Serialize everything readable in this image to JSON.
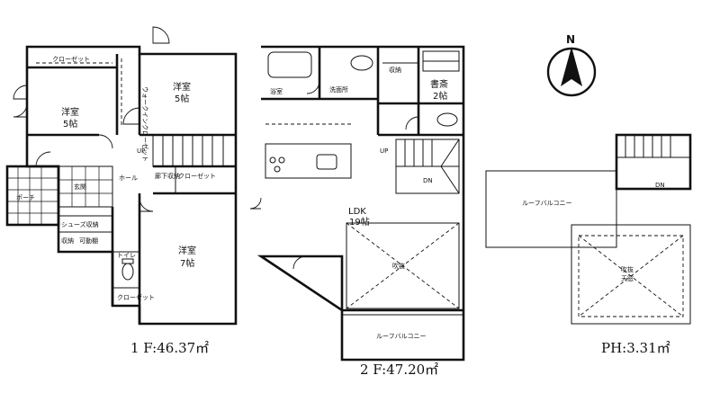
{
  "floor1": {
    "closet_top": "クローゼット",
    "walkin_closet": "ウォークインクローゼット",
    "room_nw_name": "洋室",
    "room_nw_size": "5帖",
    "room_ne_name": "洋室",
    "room_ne_size": "5帖",
    "hall": "ホール",
    "up": "UP",
    "hall_storage": "廊下収納",
    "closet_mid": "クローゼット",
    "entrance": "玄関",
    "porch": "ポーチ",
    "shoe_storage": "シューズ収納",
    "storage": "収納",
    "storage_b": "可動棚",
    "toilet": "トイレ",
    "closet_bottom": "クローゼット",
    "room_s_name": "洋室",
    "room_s_size": "7帖",
    "area": "1 F:46.37㎡"
  },
  "floor2": {
    "bath": "浴室",
    "washroom": "洗面所",
    "storage": "収納",
    "study_name": "書斎",
    "study_size": "2帖",
    "ldk_name": "LDK",
    "ldk_size": "19帖",
    "up": "UP",
    "dn": "DN",
    "void": "吹抜",
    "roof_balcony": "ルーフバルコニー",
    "area": "2 F:47.20㎡"
  },
  "ph": {
    "dn": "DN",
    "roof_balcony": "ルーフバルコニー",
    "void": "吹抜",
    "void_note": "天窓",
    "area": "PH:3.31㎡"
  },
  "compass": {
    "north": "N"
  }
}
